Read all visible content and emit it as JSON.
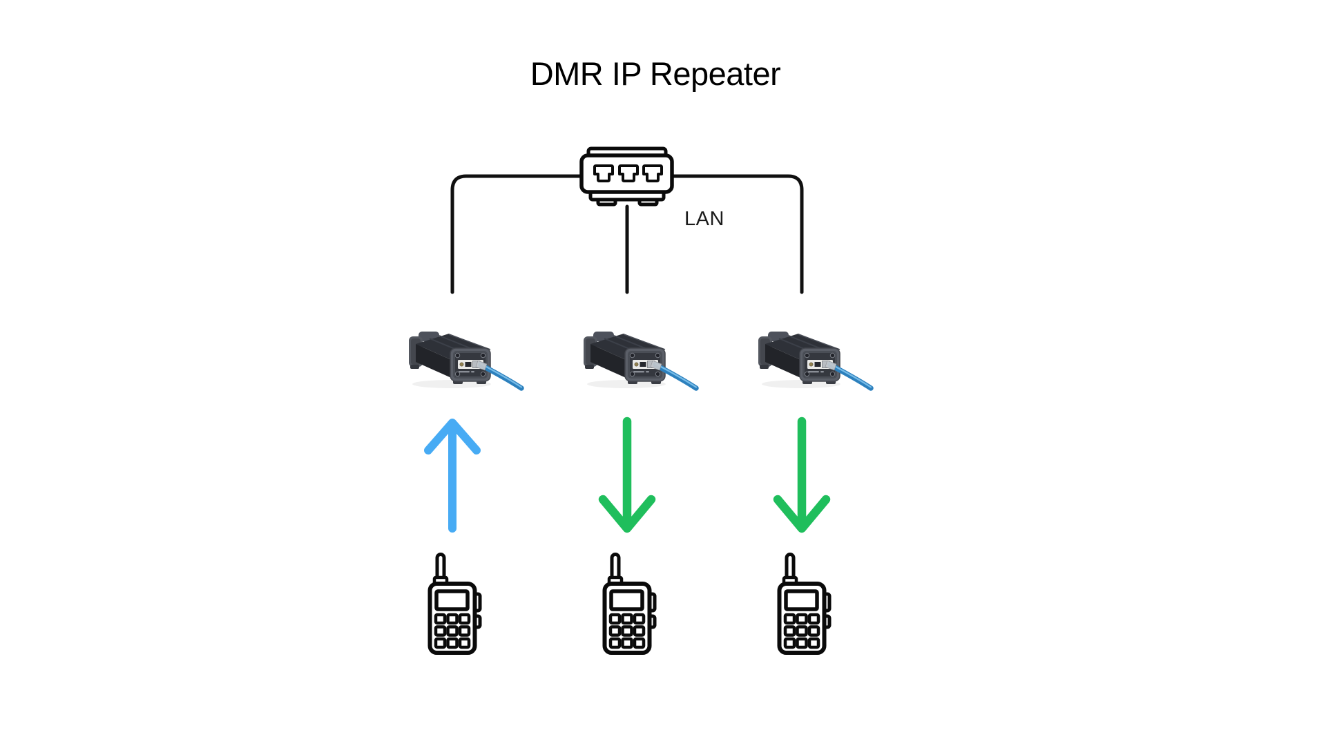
{
  "page": {
    "background": "#ffffff"
  },
  "title": "DMR IP Repeater",
  "diagram": {
    "lan_label": "LAN",
    "switch": {
      "name": "lan-switch",
      "port_count": 3
    },
    "repeaters": [
      "repeater-1",
      "repeater-2",
      "repeater-3"
    ],
    "radios": [
      "radio-1",
      "radio-2",
      "radio-3"
    ],
    "arrows": [
      {
        "at": "repeater-1",
        "direction": "up"
      },
      {
        "at": "repeater-2",
        "direction": "down"
      },
      {
        "at": "repeater-3",
        "direction": "down"
      }
    ]
  },
  "colors": {
    "line": "#101010",
    "uplink_arrow": "#47ABF4",
    "downlink_arrow": "#1FBE5C",
    "ethernet_cable": "#2C80BD"
  }
}
